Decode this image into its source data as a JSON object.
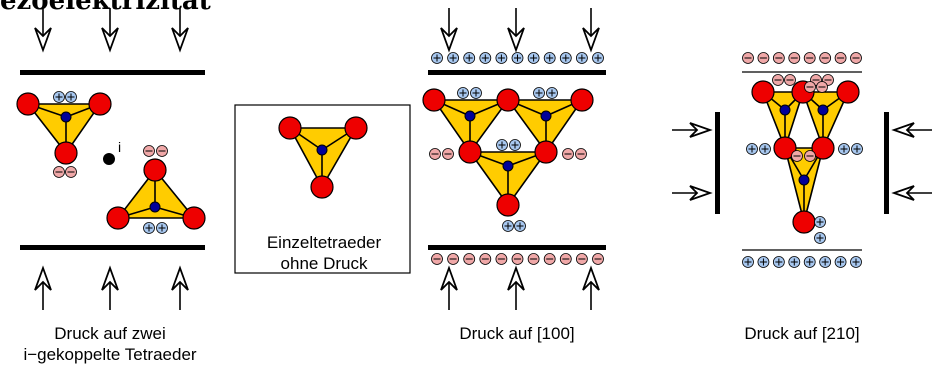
{
  "title": "ezoelektrizität",
  "panels": {
    "a": {
      "caption_line1": "Druck auf zwei",
      "caption_line2": "i−gekoppelte Tetraeder",
      "interstitial_label": "i"
    },
    "b": {
      "caption_line1": "Einzeltetraeder",
      "caption_line2": "ohne Druck"
    },
    "c": {
      "caption": "Druck auf [100]"
    },
    "d": {
      "caption": "Druck auf [210]"
    }
  },
  "charge_symbols": {
    "positive": "+",
    "negative": "−"
  },
  "colors": {
    "tetrahedron_fill": "#FFCC00",
    "oxygen_atom": "#EE0000",
    "silicon_atom": "#000099",
    "positive_charge": "#A8C8F0",
    "negative_charge": "#F0A8A8",
    "plate": "#000000"
  }
}
